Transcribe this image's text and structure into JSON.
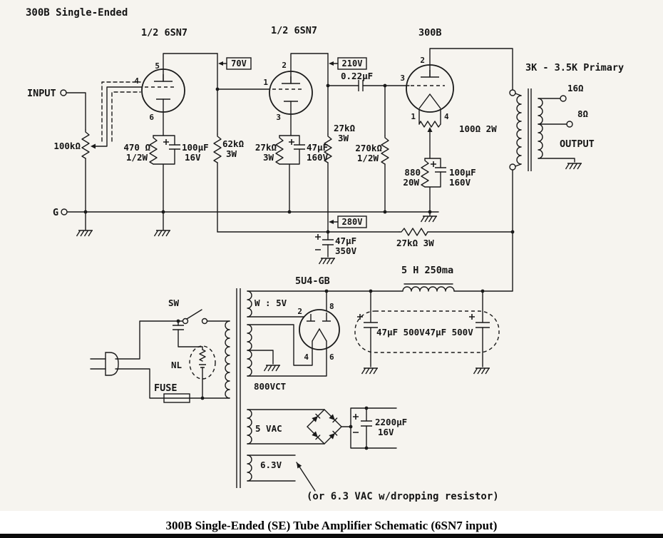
{
  "header": {
    "title": "300B Single-Ended"
  },
  "caption": "300B Single-Ended (SE) Tube Amplifier Schematic (6SN7 input)",
  "terminals": {
    "input": "INPUT",
    "ground": "G",
    "output": "OUTPUT",
    "tap_16": "16Ω",
    "tap_8": "8Ω"
  },
  "voltages": {
    "stage1_plate": "70V",
    "stage2_plate": "210V",
    "b_plus": "280V"
  },
  "tubes": {
    "v1": {
      "label": "1/2 6SN7",
      "pins": {
        "plate": "5",
        "grid": "4",
        "cathode": "6"
      }
    },
    "v2": {
      "label": "1/2 6SN7",
      "pins": {
        "plate": "2",
        "grid": "1",
        "cathode": "3"
      }
    },
    "v3": {
      "label": "300B",
      "pins": {
        "plate": "2",
        "grid": "3",
        "fil_left": "1",
        "fil_right": "4"
      }
    },
    "rectifier": {
      "label": "5U4-GB",
      "pins": {
        "fil_left": "2",
        "fil_right": "8",
        "plate_left": "4",
        "plate_right": "6"
      }
    }
  },
  "components": {
    "input_pot": "100kΩ",
    "r_cathode1": "470 Ω",
    "r_cathode1_watt": "1/2W",
    "c_cathode1": "100µF",
    "c_cathode1_volt": "16V",
    "r_plate1": "62kΩ",
    "r_plate1_watt": "3W",
    "r_cathode2": "27kΩ",
    "r_cathode2_watt": "3W",
    "c_cathode2": "47µF",
    "c_cathode2_volt": "160V",
    "r_plate2": "27kΩ",
    "r_plate2_watt": "3W",
    "c_coupling": "0.22µF",
    "r_grid3": "270kΩ",
    "r_grid3_watt": "1/2W",
    "hum_pot": "100Ω 2W",
    "r_cathode3": "880",
    "r_cathode3_watt": "20W",
    "c_cathode3": "100µF",
    "c_cathode3_volt": "160V",
    "c_decouple": "47µF",
    "c_decouple_volt": "350V",
    "r_dropper": "27kΩ 3W",
    "choke": "5 H 250ma",
    "opt_primary": "3K - 3.5K Primary",
    "c_filter_1": "47µF 500V",
    "c_filter_2": "47µF 500V",
    "c_fil": "2200µF",
    "c_fil_volt": "16V"
  },
  "power": {
    "switch": "SW",
    "neon": "NL",
    "fuse": "FUSE",
    "winding_rect_fil": "W : 5V",
    "winding_ht": "800VCT",
    "winding_fil": "5 VAC",
    "winding_63": "6.3V",
    "note": "(or 6.3 VAC w/dropping resistor)"
  }
}
